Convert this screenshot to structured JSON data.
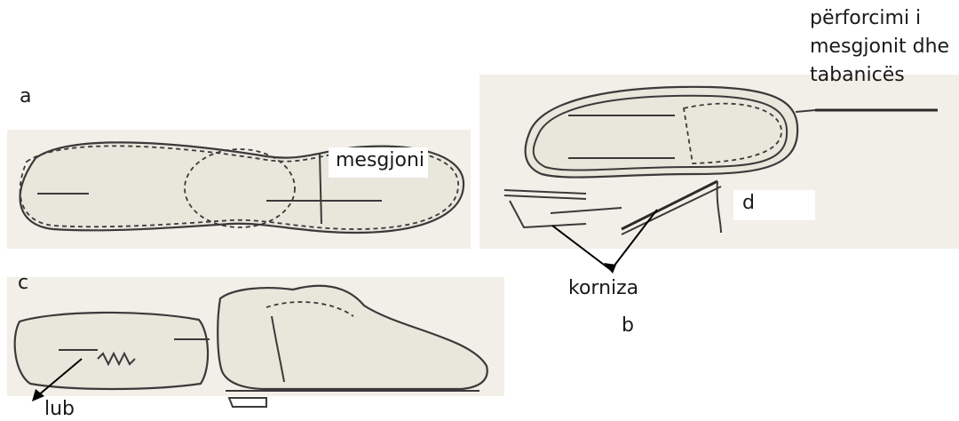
{
  "labels": {
    "a": "a",
    "b": "b",
    "c": "c",
    "d": "d",
    "mesgjoni": "mesgjoni",
    "korniza": "korniza",
    "lub": "lub",
    "perforcimi_line1": "përforcimi i",
    "perforcimi_line2": "mesgjonit dhe",
    "perforcimi_line3": "tabanicës"
  }
}
